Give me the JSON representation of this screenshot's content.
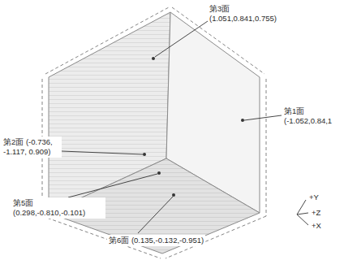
{
  "diagram": {
    "labels": [
      "第3面 (1.051,0.841,0.755)",
      "第1面 (-1.052,0.84,1",
      "第2面 (-0.736, -1.117, 0.909)",
      "第5面 (0.298,-0.810,-0.101)",
      "第6面 (0.135,-0.132,-0.951)",
      "+Y",
      "+Z",
      "+X"
    ]
  }
}
